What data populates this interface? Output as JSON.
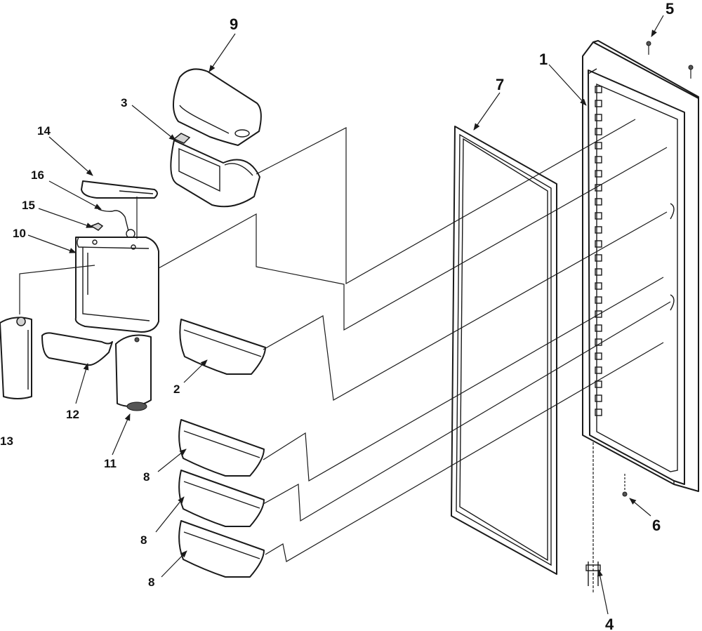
{
  "callouts": {
    "c1": "1",
    "c2": "2",
    "c3": "3",
    "c4": "4",
    "c5": "5",
    "c6": "6",
    "c7": "7",
    "c8a": "8",
    "c8b": "8",
    "c8c": "8",
    "c9": "9",
    "c10": "10",
    "c11": "11",
    "c12": "12",
    "c13": "13",
    "c14": "14",
    "c15": "15",
    "c16": "16"
  },
  "colors": {
    "line": "#1a1a1a",
    "shade": "#d4d4d4",
    "background": "#ffffff"
  }
}
